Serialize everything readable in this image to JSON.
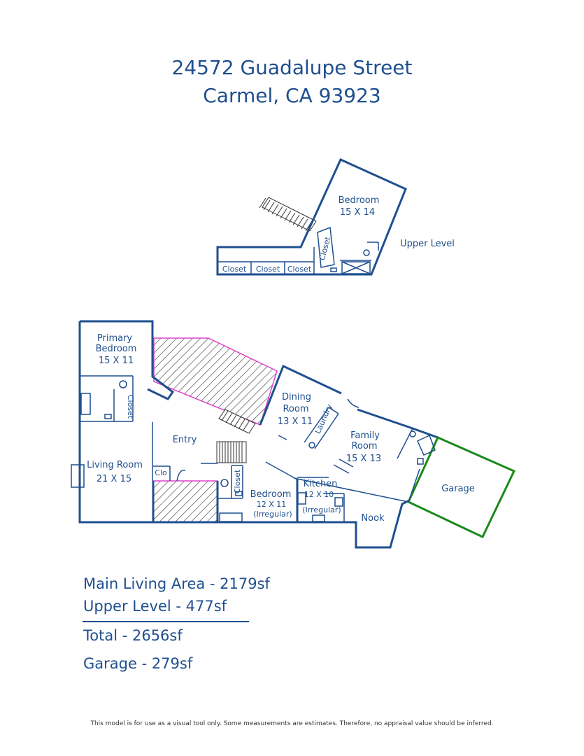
{
  "header": {
    "address_line1": "24572 Guadalupe Street",
    "address_line2": "Carmel, CA 93923"
  },
  "upper_level": {
    "level_label": "Upper Level",
    "bedroom": {
      "name": "Bedroom",
      "dims": "15 X 14"
    },
    "closets": [
      "Closet",
      "Closet",
      "Closet",
      "Closet"
    ]
  },
  "main_level": {
    "primary_bedroom": {
      "name_line1": "Primary",
      "name_line2": "Bedroom",
      "dims": "15 X 11"
    },
    "primary_closet": "Closet",
    "entry": "Entry",
    "living_room": {
      "name": "Living Room",
      "dims": "21 X 15"
    },
    "clo": "Clo",
    "dining_room": {
      "name_line1": "Dining",
      "name_line2": "Room",
      "dims": "13 X 11"
    },
    "laundry": "Laundry",
    "family_room": {
      "name_line1": "Family",
      "name_line2": "Room",
      "dims": "15 X 13"
    },
    "garage": "Garage",
    "bedroom": {
      "name": "Bedroom",
      "dims": "12 X 11",
      "note": "(Irregular)"
    },
    "bedroom_closet": "Closet",
    "kitchen": {
      "name": "Kitchen",
      "dims": "12 X 10",
      "note": "(Irregular)"
    },
    "nook": "Nook"
  },
  "areas": {
    "main_living": "Main Living Area - 2179sf",
    "upper_level": "Upper Level - 477sf",
    "total": "Total - 2656sf",
    "garage": "Garage - 279sf"
  },
  "disclaimer": "This model is for use as a visual tool only. Some measurements are estimates. Therefore, no appraisal value should be inferred.",
  "colors": {
    "wall": "#1f4f8f",
    "garage_wall": "#1a8a1a",
    "unfinished_outline": "#e040c8",
    "hatch": "#333333"
  }
}
